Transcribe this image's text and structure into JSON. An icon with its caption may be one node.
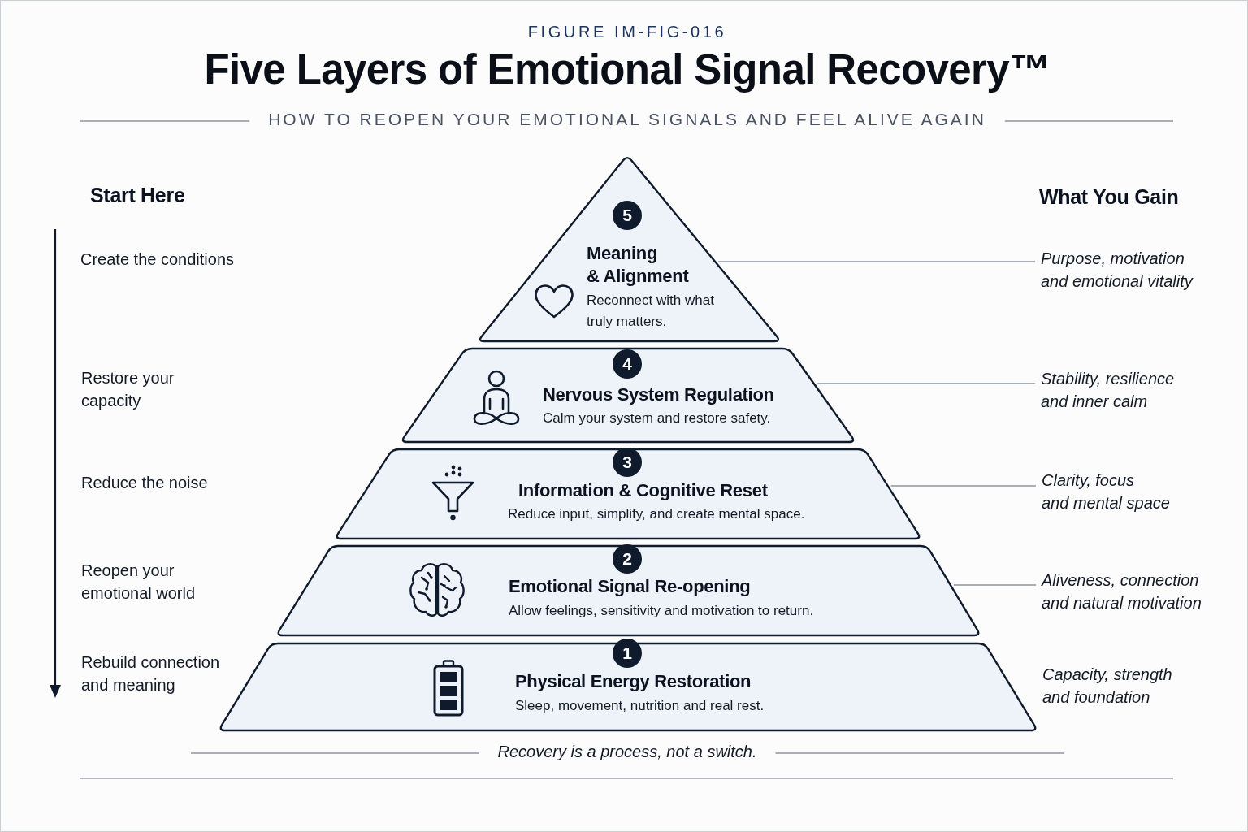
{
  "diagram": {
    "title": "Five Layers of Emotional Signal Recovery™",
    "caption": "Recovery is a process, not a switch.",
    "nodes": [
      {
        "text": [
          "5",
          "Meaning & Alignment",
          "Reconnect with what truly matters."
        ]
      },
      {
        "text": [
          "4",
          "Nervous System Regulation",
          "Calm your system and restore safety."
        ]
      },
      {
        "text": [
          "3",
          "Information & Cognitive Reset",
          "Reduce input, simplify, and create mental space."
        ]
      },
      {
        "text": [
          "2",
          "Emotional Signal Re-opening",
          "Allow feelings, sensitivity and motivation to return."
        ]
      },
      {
        "text": [
          "1",
          "Physical Energy Restoration",
          "Sleep, movement, nutrition and real rest."
        ]
      },
      {
        "text": [
          "Purpose, motivation and emotional vitality"
        ]
      },
      {
        "text": [
          "Stability, resilience and inner calm"
        ]
      },
      {
        "text": [
          "Clarity, focus and mental space"
        ]
      },
      {
        "text": [
          "Aliveness, connection and natural motivation"
        ]
      }
    ],
    "edges": [
      {
        "from": 0,
        "to": 5,
        "arrow": "none"
      },
      {
        "from": 1,
        "to": 6,
        "arrow": "none"
      },
      {
        "from": 2,
        "to": 7,
        "arrow": "none"
      },
      {
        "from": 3,
        "to": 8,
        "arrow": "none"
      }
    ],
    "labels": [
      "FIGURE IM-FIG-016",
      "HOW TO REOPEN YOUR EMOTIONAL SIGNALS AND FEEL ALIVE AGAIN",
      "Start Here",
      "What You Gain",
      "Create the conditions",
      "Restore your capacity",
      "Reduce the noise",
      "Reopen your emotional world",
      "Rebuild connection and meaning",
      "Capacity, strength and foundation"
    ]
  }
}
